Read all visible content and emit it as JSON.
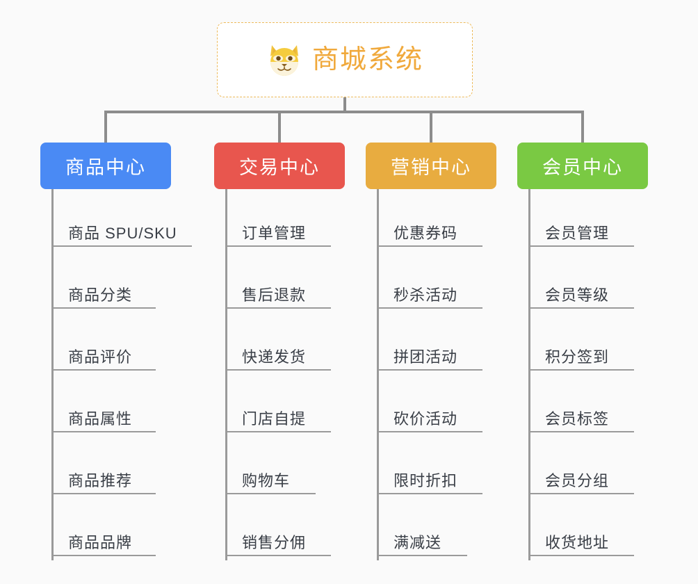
{
  "background_color": "#FAFAFA",
  "root": {
    "title": "商城系统",
    "icon": "shiba-dog-face-icon",
    "border_color": "#EDBA5A",
    "text_color": "#F0A93C"
  },
  "connector_color": "#8C8C8C",
  "columns": [
    {
      "title": "商品中心",
      "color": "#4A8AF4",
      "items": [
        "商品 SPU/SKU",
        "商品分类",
        "商品评价",
        "商品属性",
        "商品推荐",
        "商品品牌"
      ]
    },
    {
      "title": "交易中心",
      "color": "#E8564E",
      "items": [
        "订单管理",
        "售后退款",
        "快递发货",
        "门店自提",
        "购物车",
        "销售分佣"
      ]
    },
    {
      "title": "营销中心",
      "color": "#E8AC40",
      "items": [
        "优惠券码",
        "秒杀活动",
        "拼团活动",
        "砍价活动",
        "限时折扣",
        "满减送"
      ]
    },
    {
      "title": "会员中心",
      "color": "#7AC943",
      "items": [
        "会员管理",
        "会员等级",
        "积分签到",
        "会员标签",
        "会员分组",
        "收货地址"
      ]
    }
  ]
}
